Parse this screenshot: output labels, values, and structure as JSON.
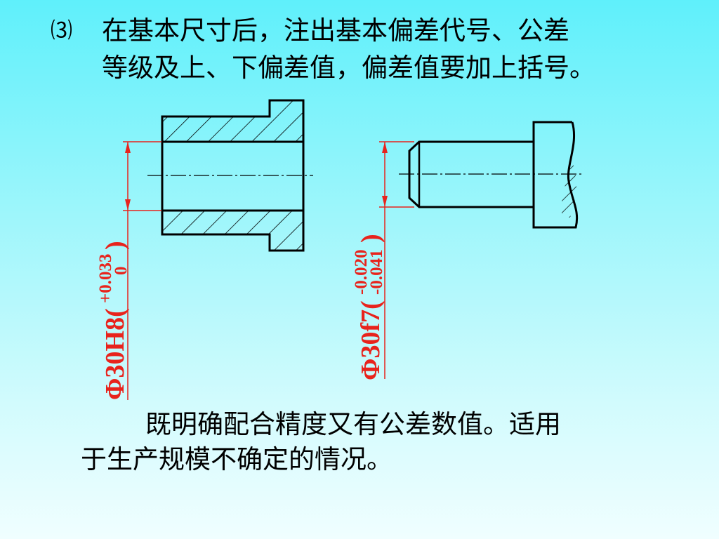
{
  "heading": {
    "number": "⑶",
    "line1": "在基本尺寸后，注出基本偏差代号、公差",
    "line2": "等级及上、下偏差值，偏差值要加上括号。"
  },
  "hole_annotation": {
    "main": "Φ30H8(",
    "upper_deviation": "+0.033",
    "lower_deviation": "0",
    "close": ")"
  },
  "shaft_annotation": {
    "main": "Φ30f7(",
    "upper_deviation": "-0.020",
    "lower_deviation": "-0.041",
    "close": ")"
  },
  "body": {
    "line1": "既明确配合精度又有公差数值。适用",
    "line2": "于生产规模不确定的情况。"
  },
  "colors": {
    "dimension": "#e8231c",
    "outline": "#000000"
  }
}
